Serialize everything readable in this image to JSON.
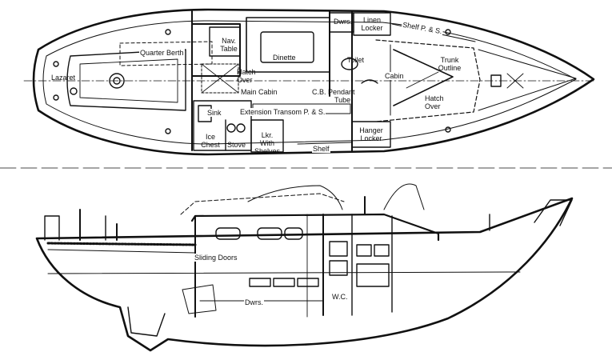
{
  "deck_plan": {
    "labels": {
      "lazaret": "Lazaret",
      "quarter_berth": "Quarter Berth",
      "nav_table_1": "Nav.",
      "nav_table_2": "Table",
      "dinette": "Dinette",
      "dwrs": "Dwrs.",
      "linen_locker_1": "Linen",
      "linen_locker_2": "Locker",
      "shelf_ps": "Shelf P. & S.",
      "toilet": "Toilet",
      "trunk_outline_1": "Trunk",
      "trunk_outline_2": "Outline",
      "cabin": "Cabin",
      "hatch_over_aft_1": "Hatch",
      "hatch_over_aft_2": "Over",
      "main_cabin": "Main Cabin",
      "cb_pendant_tube_1": "C.B. Pendant",
      "cb_pendant_tube_2": "Tube",
      "hatch_over_fwd_1": "Hatch",
      "hatch_over_fwd_2": "Over",
      "sink": "Sink",
      "extension_transom": "Extension Transom P. & S.",
      "hanger_locker_1": "Hanger",
      "hanger_locker_2": "Locker",
      "ice_chest_1": "Ice",
      "ice_chest_2": "Chest",
      "stove": "Stove",
      "lkr_shelves_1": "Lkr.",
      "lkr_shelves_2": "With",
      "lkr_shelves_3": "Shelves",
      "shelf": "Shelf"
    }
  },
  "profile": {
    "labels": {
      "sliding_doors": "Sliding Doors",
      "dwrs": "Dwrs.",
      "wc": "W.C."
    }
  },
  "style": {
    "ink": "#111111",
    "background": "#ffffff"
  }
}
